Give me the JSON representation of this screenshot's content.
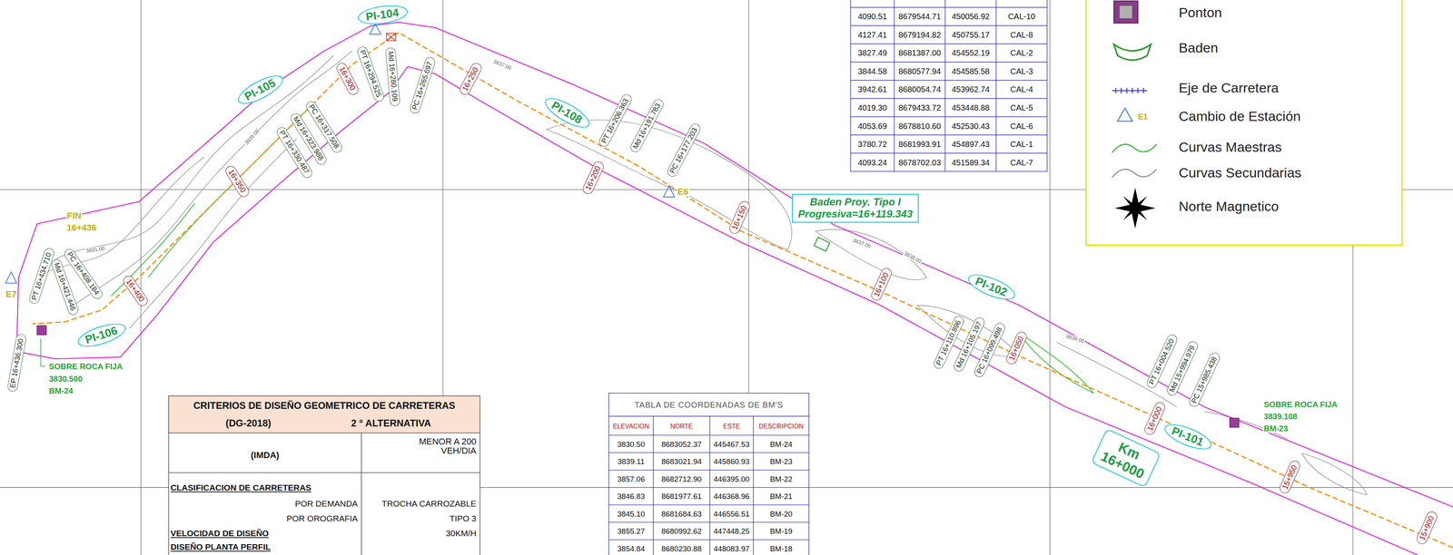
{
  "diagram": {
    "nodes": [
      {
        "text": [
          "PI-104"
        ]
      },
      {
        "text": [
          "PI-105"
        ]
      },
      {
        "text": [
          "PI-106"
        ]
      },
      {
        "text": [
          "PI-108"
        ]
      },
      {
        "text": [
          "PI-102"
        ]
      },
      {
        "text": [
          "PI-101"
        ]
      },
      {
        "text": [
          "Km 16+000"
        ]
      },
      {
        "text": [
          "Baden Proy. Tipo I",
          "Progresiva=16+119.343"
        ]
      },
      {
        "text": [
          "16+250"
        ]
      },
      {
        "text": [
          "16+300"
        ]
      },
      {
        "text": [
          "16+350"
        ]
      },
      {
        "text": [
          "16+400"
        ]
      },
      {
        "text": [
          "16+200"
        ]
      },
      {
        "text": [
          "16+150"
        ]
      },
      {
        "text": [
          "16+100"
        ]
      },
      {
        "text": [
          "16+050"
        ]
      },
      {
        "text": [
          "16+000"
        ]
      },
      {
        "text": [
          "15+950"
        ]
      },
      {
        "text": [
          "15+900"
        ]
      },
      {
        "text": [
          "PT 16+294.525"
        ]
      },
      {
        "text": [
          "Md 16+280.109"
        ]
      },
      {
        "text": [
          "PC 16+265.697"
        ]
      },
      {
        "text": [
          "PC 16+317.508"
        ]
      },
      {
        "text": [
          "Md 16+323.988"
        ]
      },
      {
        "text": [
          "PT 16+330.487"
        ]
      },
      {
        "text": [
          "PT 16+206.363"
        ]
      },
      {
        "text": [
          "Md 16+191.783"
        ]
      },
      {
        "text": [
          "PC 16+177.203"
        ]
      },
      {
        "text": [
          "PT 16+110.896"
        ]
      },
      {
        "text": [
          "Md 16+105.197"
        ]
      },
      {
        "text": [
          "PC 16+099.498"
        ]
      },
      {
        "text": [
          "PT 16+004.520"
        ]
      },
      {
        "text": [
          "Md 15+994.979"
        ]
      },
      {
        "text": [
          "PC 15+985.438"
        ]
      },
      {
        "text": [
          "PT 16+434.710"
        ]
      },
      {
        "text": [
          "Md 16+421.446"
        ]
      },
      {
        "text": [
          "PC 16+408.184"
        ]
      },
      {
        "text": [
          "EP 16+436.300"
        ]
      }
    ],
    "labels": [
      "4090.51",
      "8679544.71",
      "450056.92",
      "CAL-10",
      "4127.41",
      "8679194.82",
      "450755.17",
      "CAL-8",
      "3827.49",
      "8681387.00",
      "454552.19",
      "CAL-2",
      "3844.58",
      "8680577.94",
      "454585.58",
      "CAL-3",
      "3942.61",
      "8680054.74",
      "453962.74",
      "CAL-4",
      "4019.30",
      "8679433.72",
      "453448.88",
      "CAL-5",
      "4053.69",
      "8678810.60",
      "452530.43",
      "CAL-6",
      "3780.72",
      "8681993.91",
      "454897.43",
      "CAL-1",
      "4093.24",
      "8678702.03",
      "451589.34",
      "CAL-7",
      "TABLA DE COORDENADAS DE BM'S",
      "ELEVACION",
      "NORTE",
      "ESTE",
      "DESCRIPCION",
      "3830.50",
      "8683052.37",
      "445467.53",
      "BM-24",
      "3839.11",
      "8683021.94",
      "445860.93",
      "BM-23",
      "3857.06",
      "8682712.90",
      "446395.00",
      "BM-22",
      "3846.83",
      "8681977.61",
      "446368.96",
      "BM-21",
      "3845.10",
      "8681684.63",
      "446556.51",
      "BM-20",
      "3855.27",
      "8680992.62",
      "447448.25",
      "BM-19",
      "3854.84",
      "8680230.88",
      "448083.97",
      "BM-18",
      "CRITERIOS DE DISEÑO GEOMETRICO DE CARRETERAS",
      "(DG-2018)",
      "2 ° ALTERNATIVA",
      "(IMDA)",
      "MENOR A 200 VEH/DIA",
      "CLASIFICACION DE CARRETERAS",
      "POR DEMANDA",
      "TROCHA CARROZABLE",
      "POR OROGRAFIA",
      "TIPO 3",
      "VELOCIDAD DE DISEÑO",
      "30KM/H",
      "DISEÑO PLANTA PERFIL",
      "FIN",
      "16+436",
      "E7",
      "E6",
      "SOBRE ROCA FIJA",
      "3830.500",
      "BM-24",
      "SOBRE ROCA FIJA",
      "3839.108",
      "BM-23",
      "3831.00",
      "3835.00",
      "3837.00",
      "3837.00",
      "3838.00",
      "3839.00",
      "E1"
    ],
    "legend": [
      {
        "text": "Ponton"
      },
      {
        "text": "Baden"
      },
      {
        "text": "Eje de Carretera"
      },
      {
        "text": "Cambio de Estación"
      },
      {
        "text": "Curvas Maestras"
      },
      {
        "text": "Curvas Secundarias"
      },
      {
        "text": "Norte Magnetico"
      }
    ]
  }
}
